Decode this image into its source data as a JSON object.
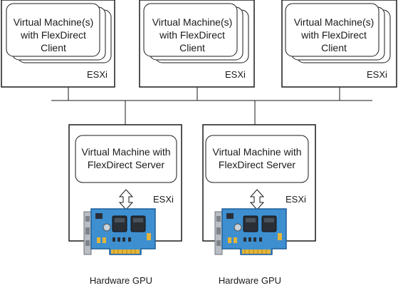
{
  "clients": [
    {
      "vm_line1": "Virtual Machine(s)",
      "vm_line2": "with FlexDirect",
      "vm_line3": "Client",
      "host": "ESXi"
    },
    {
      "vm_line1": "Virtual Machine(s)",
      "vm_line2": "with FlexDirect",
      "vm_line3": "Client",
      "host": "ESXi"
    },
    {
      "vm_line1": "Virtual Machine(s)",
      "vm_line2": "with FlexDirect",
      "vm_line3": "Client",
      "host": "ESXi"
    }
  ],
  "servers": [
    {
      "vm_line1": "Virtual Machine with",
      "vm_line2": "FlexDirect Server",
      "host": "ESXi",
      "gpu_label": "Hardware GPU"
    },
    {
      "vm_line1": "Virtual Machine with",
      "vm_line2": "FlexDirect Server",
      "host": "ESXi",
      "gpu_label": "Hardware GPU"
    }
  ],
  "colors": {
    "line": "#1a1a1a",
    "gpu_board": "#3d8fd0",
    "gpu_board_dark": "#1f5f99",
    "bracket": "#b9bec4",
    "chip": "#2a2f36",
    "gold": "#e3b53a"
  }
}
